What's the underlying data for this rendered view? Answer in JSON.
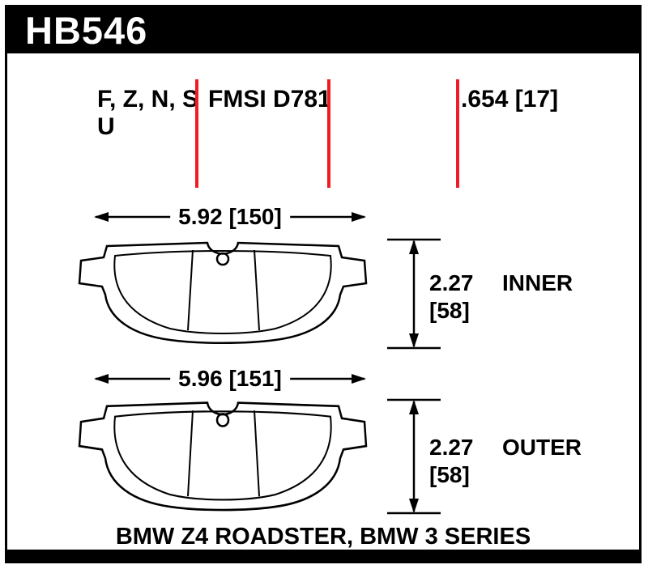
{
  "colors": {
    "accent_red": "#ee1c23",
    "ink_black": "#000000",
    "background_white": "#ffffff"
  },
  "header": {
    "part_number": "HB546"
  },
  "specs": {
    "compounds_line1": "F, Z, N, S",
    "compounds_line2": "U",
    "fmsi": "FMSI D781",
    "thickness": ".654 [17]"
  },
  "pads": {
    "inner": {
      "width": "5.92 [150]",
      "height_value": "2.27",
      "height_bracket": "[58]",
      "label": "INNER"
    },
    "outer": {
      "width": "5.96 [151]",
      "height_value": "2.27",
      "height_bracket": "[58]",
      "label": "OUTER"
    }
  },
  "footer": {
    "vehicles": "BMW Z4 ROADSTER, BMW 3 SERIES"
  }
}
